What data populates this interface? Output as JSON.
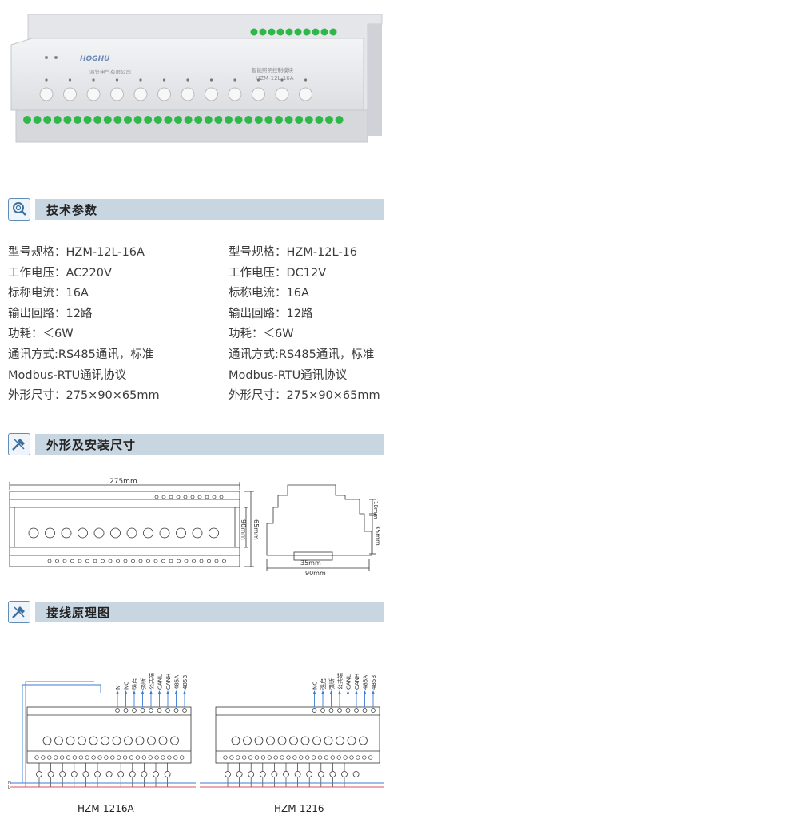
{
  "product": {
    "logo": "HOGHU",
    "company": "鸿笠电气有限公司",
    "module_name": "智能照明控制模块",
    "model": "HZM-12L-16A"
  },
  "sections": {
    "tech": "技术参数",
    "dims": "外形及安装尺寸",
    "wiring": "接线原理图"
  },
  "specs_left": [
    "型号规格：HZM-12L-16A",
    "工作电压：AC220V",
    "标称电流：16A",
    "输出回路：12路",
    "功耗：＜6W",
    "通讯方式:RS485通讯，标准",
    "Modbus-RTU通讯协议",
    "外形尺寸：275×90×65mm"
  ],
  "specs_right": [
    "型号规格：HZM-12L-16",
    "工作电压：DC12V",
    "标称电流：16A",
    "输出回路：12路",
    "功耗：＜6W",
    "通讯方式:RS485通讯，标准",
    "Modbus-RTU通讯协议",
    "外形尺寸：275×90×65mm"
  ],
  "dimensions": {
    "width": "275mm",
    "h90": "90mm",
    "h65": "65mm",
    "d18": "18mm",
    "d35v": "35mm",
    "d35": "35mm",
    "d90": "90mm"
  },
  "wiring": {
    "labels_a": [
      "N",
      "NC",
      "强启",
      "强断",
      "公共端",
      "CANL",
      "CANH",
      "485A",
      "485B"
    ],
    "labels_b": [
      "NC",
      "强启",
      "强断",
      "公共端",
      "CANL",
      "CANH",
      "485A",
      "485B"
    ],
    "bus_n": "N",
    "bus_l": "L",
    "caption_a": "HZM-1216A",
    "caption_b": "HZM-1216"
  },
  "colors": {
    "header_bar": "#c8d6e2",
    "icon_border": "#5f8fb8",
    "terminal_green": "#2fb84a",
    "wire_red": "#d9534f",
    "wire_blue": "#3a7bd5",
    "line": "#333333"
  }
}
